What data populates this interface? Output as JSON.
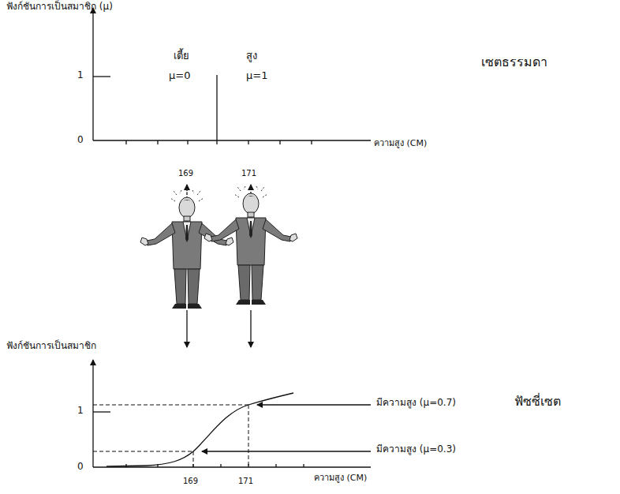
{
  "diagram": {
    "labels": [
      "ฟังก์ชันการเป็นสมาชิก (μ)",
      "เตี้ย",
      "μ=0",
      "สูง",
      "μ=1",
      "1",
      "0",
      "ความสูง (CM)",
      "169",
      "171",
      "เซตธรรมดา",
      "ฟังก์ชันการเป็นสมาชิก",
      "1",
      "0",
      "มีความสูง (μ=0.7)",
      "มีความสูง (μ=0.3)",
      "169",
      "171",
      "ความสูง (CM)",
      "ฟัซซี่เซต"
    ]
  }
}
